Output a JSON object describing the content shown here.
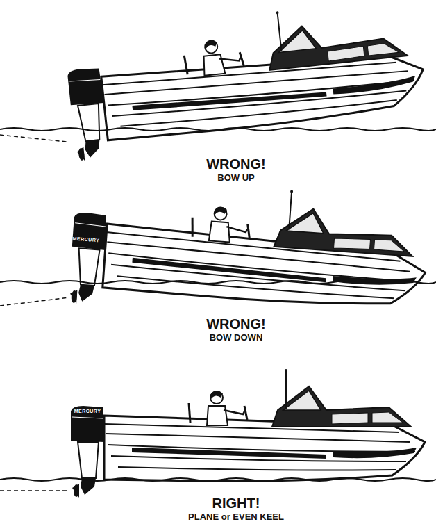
{
  "diagram": {
    "labels": [
      "MERCURY",
      "WRONG!",
      "BOW UP",
      "MERCURY",
      "WRONG!",
      "BOW DOWN",
      "MERCURY",
      "RIGHT!",
      "PLANE or EVEN KEEL"
    ]
  }
}
